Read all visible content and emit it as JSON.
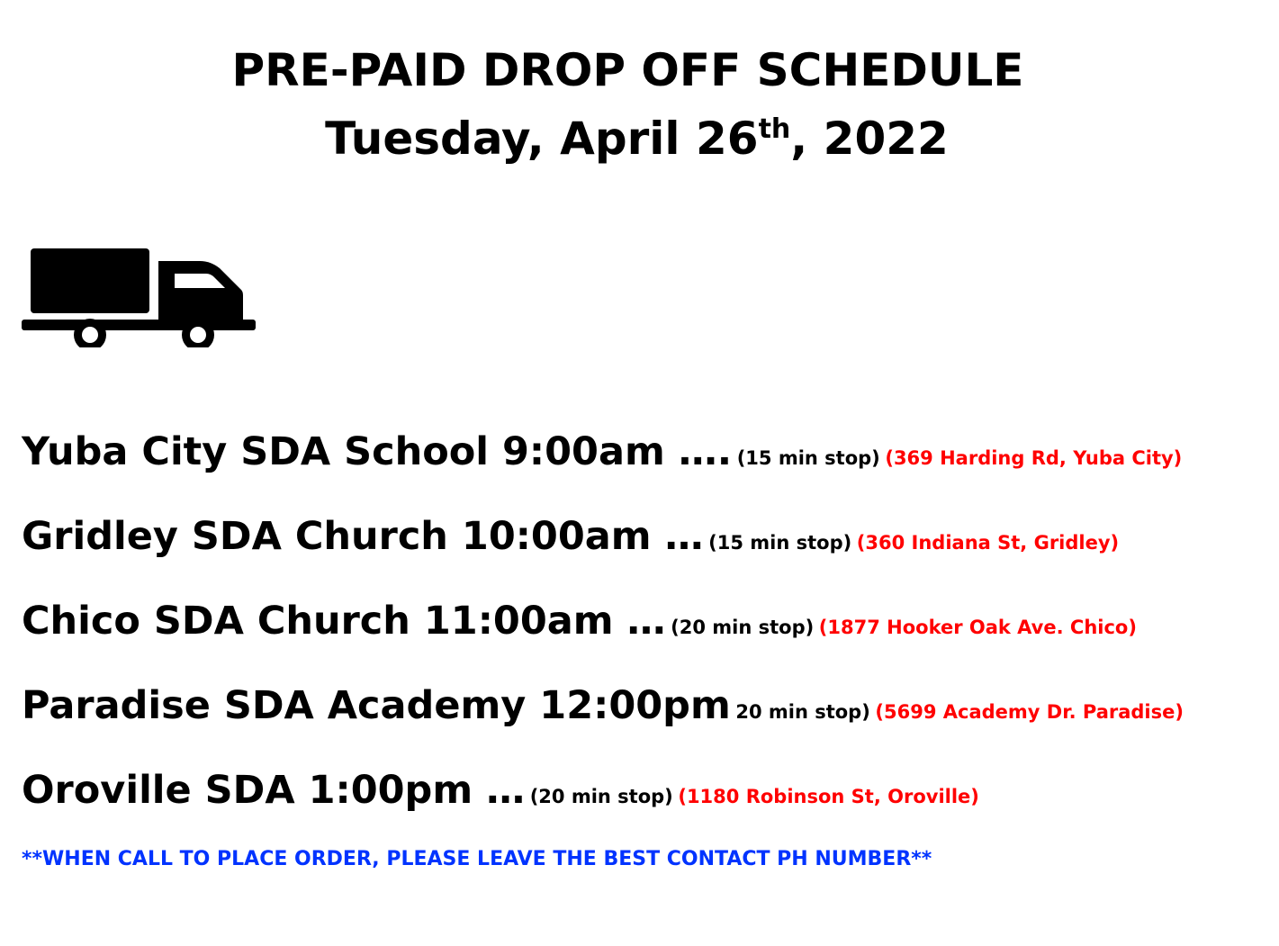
{
  "header": {
    "title": "PRE-PAID DROP OFF SCHEDULE",
    "date_prefix": "Tuesday, April 26",
    "date_suffix": "th",
    "date_year": ", 2022"
  },
  "icon": "truck-icon",
  "colors": {
    "text": "#000000",
    "address": "#ff0000",
    "note": "#0033ff"
  },
  "stops": [
    {
      "location_time": "Yuba City SDA School 9:00am ….",
      "duration": "(15 min stop)",
      "address": "(369 Harding Rd, Yuba City)"
    },
    {
      "location_time": "Gridley SDA Church 10:00am …",
      "duration": "(15 min stop)",
      "address": "(360 Indiana St, Gridley)"
    },
    {
      "location_time": "Chico SDA Church 11:00am …",
      "duration": "(20 min stop)",
      "address": "(1877 Hooker Oak Ave. Chico)"
    },
    {
      "location_time": "Paradise SDA Academy 12:00pm",
      "duration": "20 min stop)",
      "address": "(5699 Academy Dr. Paradise)"
    },
    {
      "location_time": "Oroville SDA 1:00pm …",
      "duration": "(20 min stop)",
      "address": "(1180 Robinson St, Oroville)"
    }
  ],
  "note": "**WHEN CALL TO PLACE ORDER, PLEASE LEAVE THE BEST CONTACT PH NUMBER**"
}
